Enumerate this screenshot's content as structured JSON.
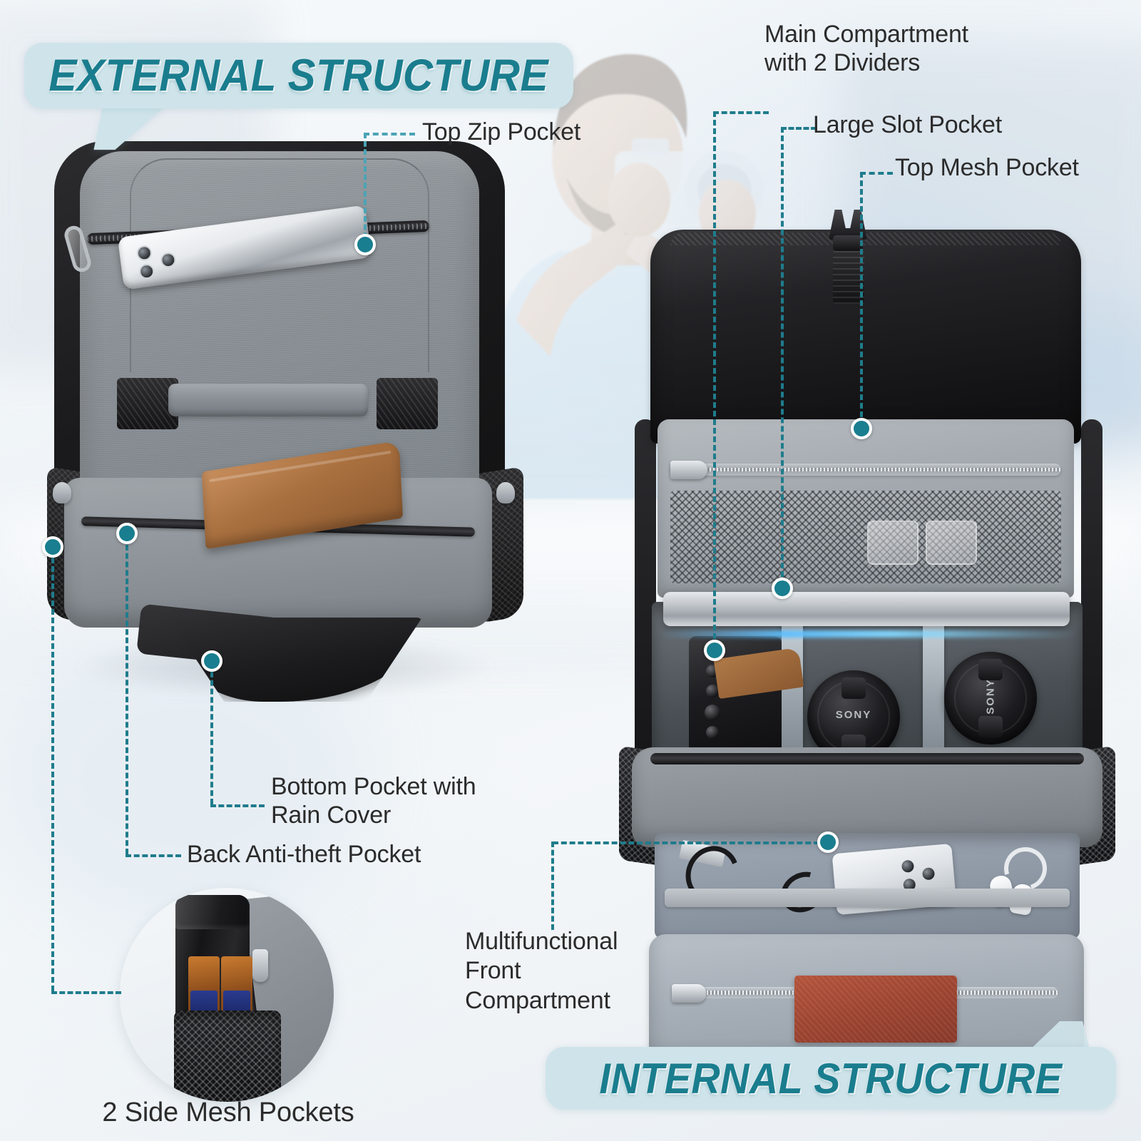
{
  "sections": {
    "external": {
      "title": "EXTERNAL STRUCTURE"
    },
    "internal": {
      "title": "INTERNAL STRUCTURE"
    }
  },
  "external_callouts": [
    {
      "id": "top-zip-pocket",
      "label": "Top Zip Pocket"
    },
    {
      "id": "bottom-pocket-rain",
      "label": "Bottom Pocket with\nRain Cover"
    },
    {
      "id": "back-anti-theft",
      "label": "Back Anti-theft Pocket"
    },
    {
      "id": "side-mesh-pockets",
      "label": "2 Side Mesh Pockets"
    }
  ],
  "internal_callouts": [
    {
      "id": "main-compartment",
      "label": "Main Compartment\nwith 2 Dividers"
    },
    {
      "id": "large-slot-pocket",
      "label": "Large Slot Pocket"
    },
    {
      "id": "top-mesh-pocket",
      "label": "Top Mesh Pocket"
    },
    {
      "id": "multifunctional-front",
      "label": "Multifunctional\nFront\nCompartment"
    }
  ],
  "product_marks": {
    "lens_brand": "SONY"
  },
  "colors": {
    "accent_teal": "#197e8f",
    "badge_background": "#cfe4ea",
    "badge_text": "#1a7d8e",
    "leader_line": "#1f7c8c",
    "label_text": "#2b2b2b",
    "bag_grey": "#8d9399",
    "bag_black": "#16161a",
    "interior_light_grey": "#aeb4b9",
    "wallet_brown": "#a9703f",
    "wallet_red": "#9c4430",
    "glow_blue": "#5abeff"
  }
}
